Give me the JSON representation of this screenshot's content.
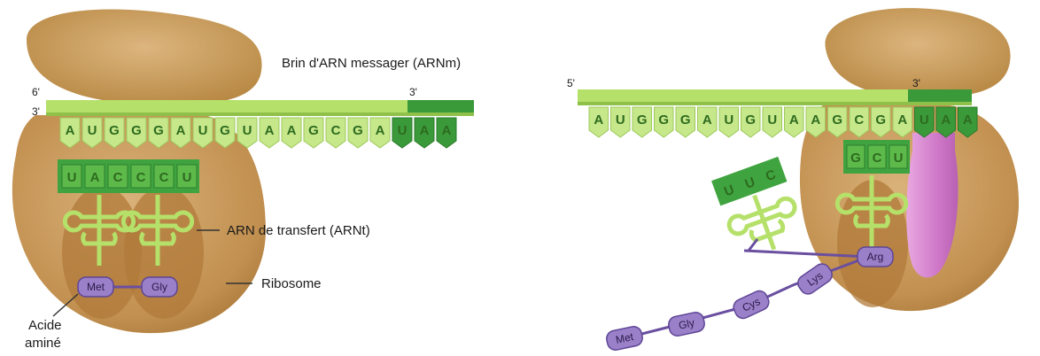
{
  "labels": {
    "mrna": "Brin d'ARN messager (ARNm)",
    "trna": "ARN de transfert (ARNt)",
    "ribosome": "Ribosome",
    "amino_acid_line1": "Acide",
    "amino_acid_line2": "aminé"
  },
  "primes": {
    "left_5": "6'",
    "left_3_edge": "3'",
    "left_3": "3'",
    "right_5": "5'",
    "right_3": "3'"
  },
  "left_panel": {
    "mrna_bases": [
      "A",
      "U",
      "G",
      "G",
      "G",
      "A",
      "U",
      "G",
      "U",
      "A",
      "A",
      "G",
      "C",
      "G",
      "A",
      "U",
      "A",
      "A"
    ],
    "anticodon_bases": [
      "U",
      "A",
      "C",
      "C",
      "C",
      "U"
    ],
    "amino_acids": [
      "Met",
      "Gly"
    ]
  },
  "right_panel": {
    "mrna_bases": [
      "A",
      "U",
      "G",
      "G",
      "G",
      "A",
      "U",
      "G",
      "U",
      "A",
      "A",
      "G",
      "C",
      "G",
      "A",
      "U",
      "A",
      "A"
    ],
    "anticodon_bases": [
      "G",
      "C",
      "U"
    ],
    "free_trna_bases": [
      "U",
      "U",
      "C"
    ],
    "amino_acids": [
      "Met",
      "Gly",
      "Cys",
      "Lys",
      "Arg"
    ]
  },
  "colors": {
    "ribosome": "#c99a5a",
    "mrna": "#b5e06a",
    "stop_codon": "#3a9a3a",
    "trna": "#b5e06a",
    "anticodon": "#3fa33f",
    "amino_acid": "#9a80c8",
    "release_factor": "#d88ad2"
  }
}
